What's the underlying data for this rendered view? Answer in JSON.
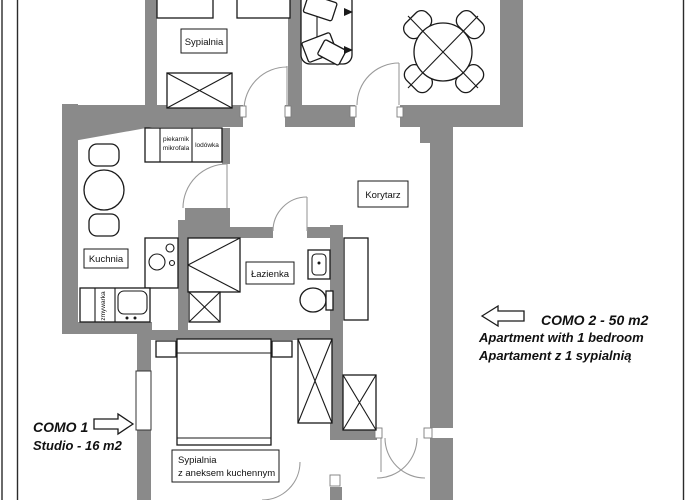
{
  "plan": {
    "rooms": {
      "bedroom1": "Sypialnia",
      "kitchen": "Kuchnia",
      "corridor": "Korytarz",
      "bathroom": "Łazienka",
      "studio_room_line1": "Sypialnia",
      "studio_room_line2": "z aneksem kuchennym"
    },
    "appliances": {
      "oven_line1": "piekarnik",
      "oven_line2": "mikrofala",
      "fridge": "lodówka",
      "dishwasher": "zmywarka"
    },
    "annotations": {
      "como2_title": "COMO 2 - 50 m2",
      "como2_line1": "Apartment with 1 bedroom",
      "como2_line2": "Apartament z 1 sypialnią",
      "como1_title": "COMO 1",
      "como1_line1": "Studio - 16 m2"
    },
    "colors": {
      "wall": "#8a8a8a",
      "outline": "#1a1a1a",
      "door_arc": "#9a9a9a",
      "background": "#ffffff"
    }
  }
}
